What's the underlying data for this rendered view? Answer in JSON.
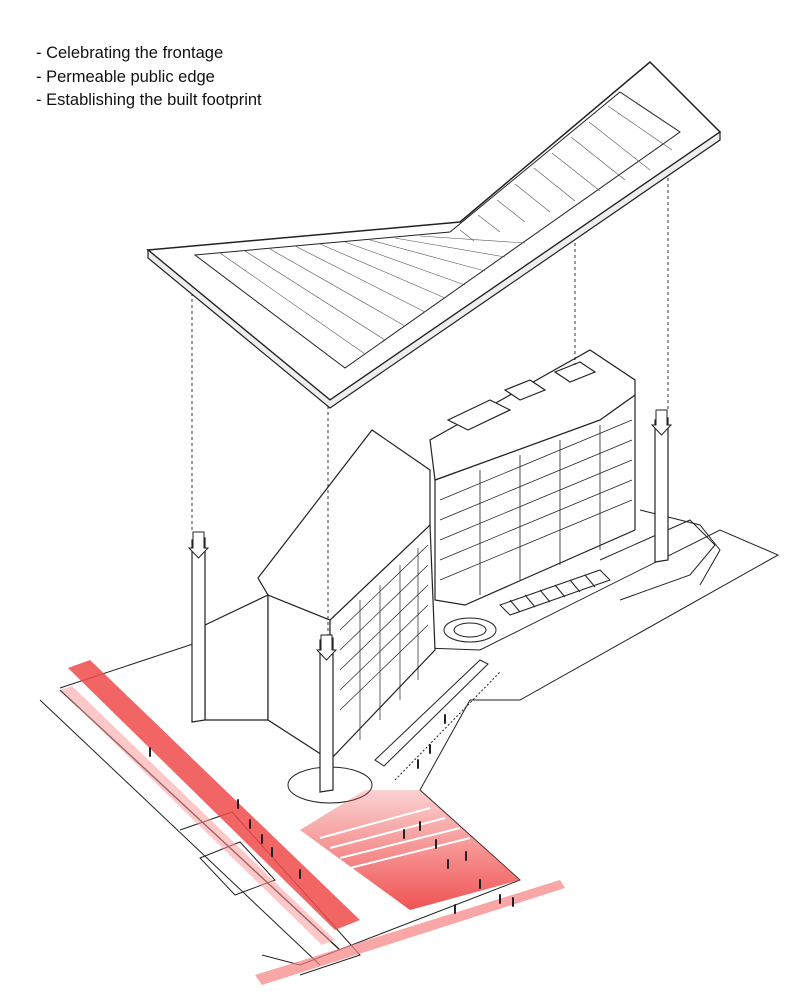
{
  "notes": [
    "- Celebrating the frontage",
    "- Permeable public edge",
    "- Establishing the built footprint"
  ],
  "colors": {
    "line": "#222222",
    "highlight": "#f04a4a",
    "highlight_light": "#ffd6d6",
    "background": "#ffffff"
  },
  "icons": {
    "arrow": "down-arrow-icon",
    "person": "pedestrian-icon"
  }
}
